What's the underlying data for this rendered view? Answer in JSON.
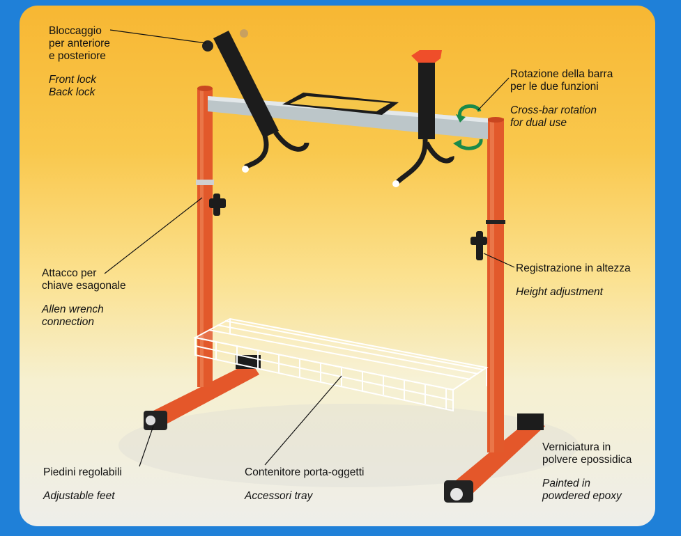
{
  "colors": {
    "border": "#1f80d8",
    "frame_orange": "#e25a2c",
    "bar_silver": "#b9c3c6",
    "clamp_black": "#1c1c1c",
    "tray_white": "#ffffff"
  },
  "labels": {
    "front_lock": {
      "it1": "Bloccaggio",
      "it2": "per anteriore",
      "it3": "e posteriore",
      "en1": "Front lock",
      "en2": "Back lock"
    },
    "crossbar": {
      "it1": "Rotazione della barra",
      "it2": "per le due funzioni",
      "en1": "Cross-bar rotation",
      "en2": "for dual use"
    },
    "allen": {
      "it1": "Attacco per",
      "it2": "chiave esagonale",
      "en1": "Allen wrench",
      "en2": "connection"
    },
    "height": {
      "it1": "Registrazione in altezza",
      "en1": "Height adjustment"
    },
    "feet": {
      "it1": "Piedini regolabili",
      "en1": "Adjustable feet"
    },
    "tray": {
      "it1": "Contenitore porta-oggetti",
      "en1": "Accessori tray"
    },
    "paint": {
      "it1": "Verniciatura in",
      "it2": "polvere epossidica",
      "en1": "Painted in",
      "en2": "powdered epoxy"
    }
  },
  "icons": [
    "rotation-arrow-icon"
  ]
}
